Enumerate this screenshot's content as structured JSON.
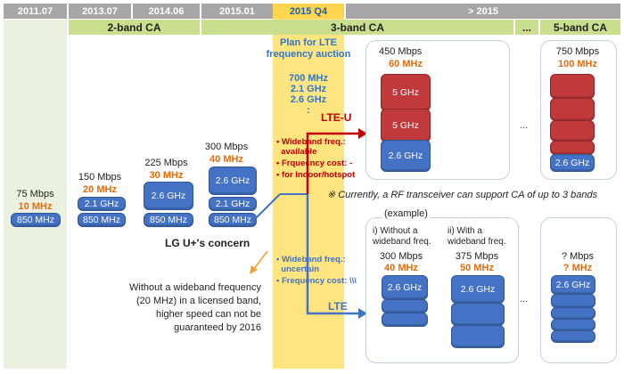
{
  "timeline": [
    "2011.07",
    "2013.07",
    "2014.06",
    "2015.01",
    "2015 Q4",
    "> 2015"
  ],
  "phases": {
    "two_band": "2-band CA",
    "three_band": "3-band CA",
    "ellipsis": "...",
    "five_band": "5-band CA"
  },
  "plan": {
    "title1": "Plan for LTE",
    "title2": "frequency auction",
    "freqs": [
      "700 MHz",
      "2.1 GHz",
      "2.6 GHz",
      ":"
    ]
  },
  "stage1": {
    "mbps": "75 Mbps",
    "mhz": "10 MHz",
    "bands": [
      "850 MHz"
    ]
  },
  "stage2": {
    "mbps": "150 Mbps",
    "mhz": "20 MHz",
    "bands": [
      "2.1 GHz",
      "850 MHz"
    ]
  },
  "stage3": {
    "mbps": "225 Mbps",
    "mhz": "30 MHz",
    "bands": [
      "2.6 GHz",
      "850 MHz"
    ]
  },
  "stage4": {
    "mbps": "300 Mbps",
    "mhz": "40 MHz",
    "bands": [
      "2.6 GHz",
      "2.1 GHz",
      "850 MHz"
    ]
  },
  "lteu_case": {
    "label": "LTE-U",
    "bullets": [
      "• Wideband freq.:",
      "  available",
      "• Frquecncy cost: -",
      "• for Indoor/hotspot"
    ],
    "mbps": "450 Mbps",
    "mhz": "60 MHz",
    "bands": [
      "5 GHz",
      "5 GHz",
      "2.6 GHz"
    ]
  },
  "five_band_case": {
    "mbps": "750 Mbps",
    "mhz": "100 MHz",
    "band": "2.6 GHz"
  },
  "note": "※ Currently, a RF transceiver can support CA of up to 3 bands",
  "concern": {
    "title": "LG U+'s concern",
    "lines": [
      "Without a wideband frequency",
      "(20 MHz) in a licensed band,",
      "higher speed can not be",
      "guaranteed by 2016"
    ]
  },
  "lte_case": {
    "label": "LTE",
    "bullets": [
      "• Wideband freq.:",
      "  uncertain",
      "• Frequency cost: \\\\\\"
    ],
    "example": "(example)",
    "opt1": {
      "title1": "i) Without a",
      "title2": "wideband freq.",
      "mbps": "300 Mbps",
      "mhz": "40 MHz",
      "band": "2.6 GHz"
    },
    "opt2": {
      "title1": "ii) With a",
      "title2": "wideband freq.",
      "mbps": "375 Mbps",
      "mhz": "50 MHz",
      "band": "2.6 GHz"
    },
    "ellipsis": "...",
    "opt3": {
      "mbps": "? Mbps",
      "mhz": "? MHz",
      "band": "2.6 GHz"
    }
  },
  "colors": {
    "header_gray": "#a6a6a6",
    "phase_green": "#c9df8e",
    "first_col": "#ebf1de",
    "highlight": "#ffe57f",
    "blue_band": "#4472c4",
    "red_band": "#c0393b",
    "orange": "#e36c09",
    "red_text": "#c00000",
    "blue_text": "#4472c4"
  }
}
